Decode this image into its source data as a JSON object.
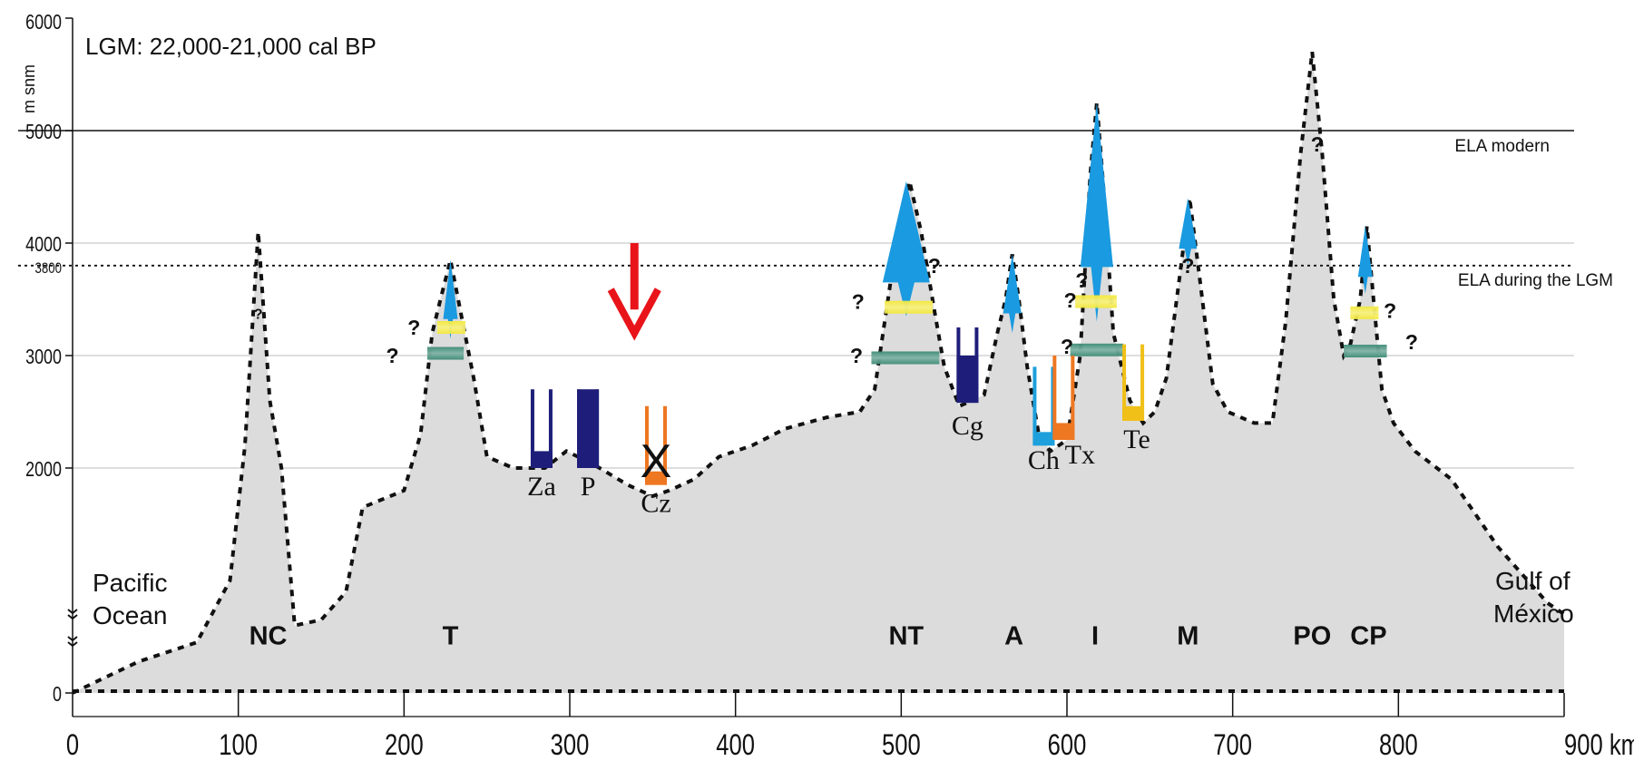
{
  "chart_data": {
    "type": "area",
    "title": "LGM: 22,000-21,000 cal BP",
    "ylabel": "m snm",
    "x_unit": "km",
    "xlim": [
      0,
      900
    ],
    "ylim": [
      0,
      6000
    ],
    "x_ticks": [
      "0",
      "100",
      "200",
      "300",
      "400",
      "500",
      "600",
      "700",
      "800",
      "900 km"
    ],
    "x_tick_values": [
      0,
      100,
      200,
      300,
      400,
      500,
      600,
      700,
      800,
      900
    ],
    "y_ticks": [
      "0",
      "2000",
      "3000",
      "3800",
      "4000",
      "5000",
      "6000"
    ],
    "y_tick_values": [
      0,
      2000,
      3000,
      3800,
      4000,
      5000,
      6000
    ],
    "grid": true,
    "profile": [
      [
        0,
        0
      ],
      [
        40,
        280
      ],
      [
        75,
        450
      ],
      [
        95,
        1000
      ],
      [
        104,
        2200
      ],
      [
        112,
        4100
      ],
      [
        119,
        2600
      ],
      [
        126,
        2000
      ],
      [
        134,
        600
      ],
      [
        150,
        650
      ],
      [
        165,
        900
      ],
      [
        175,
        1650
      ],
      [
        200,
        1800
      ],
      [
        210,
        2300
      ],
      [
        217,
        3200
      ],
      [
        222,
        3500
      ],
      [
        228,
        3850
      ],
      [
        234,
        3400
      ],
      [
        242,
        2800
      ],
      [
        250,
        2100
      ],
      [
        266,
        2000
      ],
      [
        285,
        2000
      ],
      [
        298,
        2150
      ],
      [
        305,
        2100
      ],
      [
        318,
        2000
      ],
      [
        335,
        1850
      ],
      [
        350,
        1750
      ],
      [
        360,
        1800
      ],
      [
        375,
        1900
      ],
      [
        390,
        2100
      ],
      [
        410,
        2200
      ],
      [
        430,
        2350
      ],
      [
        455,
        2450
      ],
      [
        475,
        2500
      ],
      [
        484,
        2700
      ],
      [
        490,
        3300
      ],
      [
        497,
        4000
      ],
      [
        505,
        4550
      ],
      [
        512,
        4100
      ],
      [
        520,
        3400
      ],
      [
        526,
        2900
      ],
      [
        535,
        2550
      ],
      [
        550,
        2650
      ],
      [
        558,
        3200
      ],
      [
        563,
        3500
      ],
      [
        567,
        3900
      ],
      [
        571,
        3500
      ],
      [
        576,
        2900
      ],
      [
        583,
        2300
      ],
      [
        590,
        2150
      ],
      [
        600,
        2250
      ],
      [
        608,
        3000
      ],
      [
        614,
        4600
      ],
      [
        618,
        5250
      ],
      [
        622,
        4500
      ],
      [
        628,
        3200
      ],
      [
        638,
        2600
      ],
      [
        646,
        2400
      ],
      [
        653,
        2500
      ],
      [
        660,
        2800
      ],
      [
        668,
        3700
      ],
      [
        674,
        4400
      ],
      [
        680,
        3700
      ],
      [
        688,
        2750
      ],
      [
        697,
        2500
      ],
      [
        713,
        2400
      ],
      [
        724,
        2400
      ],
      [
        732,
        3300
      ],
      [
        741,
        4800
      ],
      [
        748,
        5700
      ],
      [
        754,
        4800
      ],
      [
        761,
        3500
      ],
      [
        767,
        3000
      ],
      [
        771,
        3100
      ],
      [
        777,
        3500
      ],
      [
        781,
        4150
      ],
      [
        785,
        3500
      ],
      [
        790,
        2700
      ],
      [
        797,
        2400
      ],
      [
        810,
        2150
      ],
      [
        832,
        1900
      ],
      [
        860,
        1300
      ],
      [
        890,
        800
      ],
      [
        900,
        700
      ]
    ],
    "reference_lines": [
      {
        "y": 5000,
        "label": "ELA modern",
        "style": "solid"
      },
      {
        "y": 3800,
        "label": "ELA during the LGM",
        "style": "dotted"
      }
    ],
    "peaks": [
      {
        "label": "NC",
        "x": 118
      },
      {
        "label": "T",
        "x": 228
      },
      {
        "label": "NT",
        "x": 503
      },
      {
        "label": "A",
        "x": 568
      },
      {
        "label": "I",
        "x": 617
      },
      {
        "label": "M",
        "x": 673
      },
      {
        "label": "PO",
        "x": 748
      },
      {
        "label": "CP",
        "x": 782
      }
    ],
    "glaciers": [
      {
        "x": 228,
        "top": 3850,
        "bottom": 3150,
        "width": 8
      },
      {
        "x": 503,
        "top": 4550,
        "bottom": 3350,
        "width": 26
      },
      {
        "x": 567,
        "top": 3900,
        "bottom": 3200,
        "width": 10
      },
      {
        "x": 618,
        "top": 5250,
        "bottom": 3300,
        "width": 18
      },
      {
        "x": 673,
        "top": 4400,
        "bottom": 3800,
        "width": 10
      },
      {
        "x": 780,
        "top": 4150,
        "bottom": 3550,
        "width": 8
      }
    ],
    "bands": [
      {
        "x1": 220,
        "x2": 237,
        "y": 3250,
        "color": "#f2e83a"
      },
      {
        "x1": 214,
        "x2": 236,
        "y": 3020,
        "color": "#3b8a74"
      },
      {
        "x1": 490,
        "x2": 519,
        "y": 3430,
        "color": "#f2e83a"
      },
      {
        "x1": 482,
        "x2": 523,
        "y": 2980,
        "color": "#3b8a74"
      },
      {
        "x1": 605,
        "x2": 630,
        "y": 3480,
        "color": "#f2e83a"
      },
      {
        "x1": 602,
        "x2": 634,
        "y": 3050,
        "color": "#3b8a74"
      },
      {
        "x1": 771,
        "x2": 788,
        "y": 3380,
        "color": "#f2e83a"
      },
      {
        "x1": 767,
        "x2": 793,
        "y": 3040,
        "color": "#3b8a74"
      }
    ],
    "lake_cores": [
      {
        "label": "Za",
        "x": 283,
        "top": 2700,
        "bottom": 2000,
        "fill_top": 2150,
        "color": "#1e1e7a"
      },
      {
        "label": "P",
        "x": 311,
        "top": 2700,
        "bottom": 2000,
        "fill_top": 2700,
        "color": "#1e1e7a"
      },
      {
        "label": "Cz",
        "x": 352,
        "top": 2550,
        "bottom": 1850,
        "fill_top": 1970,
        "color": "#ee7722",
        "crossed": true
      },
      {
        "label": "Cg",
        "x": 540,
        "top": 3250,
        "bottom": 2580,
        "fill_top": 3000,
        "color": "#1e1e7a"
      },
      {
        "label": "Ch",
        "x": 586,
        "top": 2900,
        "bottom": 2200,
        "fill_top": 2320,
        "color": "#1ea0dc"
      },
      {
        "label": "Tx",
        "x": 598,
        "top": 3000,
        "bottom": 2250,
        "fill_top": 2400,
        "color": "#ee7722"
      },
      {
        "label": "Te",
        "x": 640,
        "top": 3100,
        "bottom": 2420,
        "fill_top": 2550,
        "color": "#f0c018"
      }
    ],
    "question_marks": [
      {
        "text": "?",
        "x": 112,
        "y": 3390
      },
      {
        "text": "?",
        "x": 206,
        "y": 3250
      },
      {
        "text": "?",
        "x": 193,
        "y": 3000
      },
      {
        "text": "?",
        "x": 474,
        "y": 3480
      },
      {
        "text": "?",
        "x": 473,
        "y": 3000
      },
      {
        "text": "?",
        "x": 520,
        "y": 3800
      },
      {
        "text": "?",
        "x": 602,
        "y": 3490
      },
      {
        "text": "?",
        "x": 609,
        "y": 3670
      },
      {
        "text": "?",
        "x": 600,
        "y": 3080
      },
      {
        "text": "?",
        "x": 673,
        "y": 3800
      },
      {
        "text": "?",
        "x": 751,
        "y": 4880
      },
      {
        "text": "?",
        "x": 795,
        "y": 3400
      },
      {
        "text": "?",
        "x": 808,
        "y": 3120
      }
    ],
    "side_labels": {
      "left_line1": "Pacific",
      "left_line2": "Ocean",
      "right_line1": "Gulf of",
      "right_line2": "México"
    },
    "arrow_marker": {
      "x": 339,
      "y_top": 4000,
      "y_bottom": 3200,
      "color": "#e8141a"
    },
    "cross_mark": "X"
  }
}
